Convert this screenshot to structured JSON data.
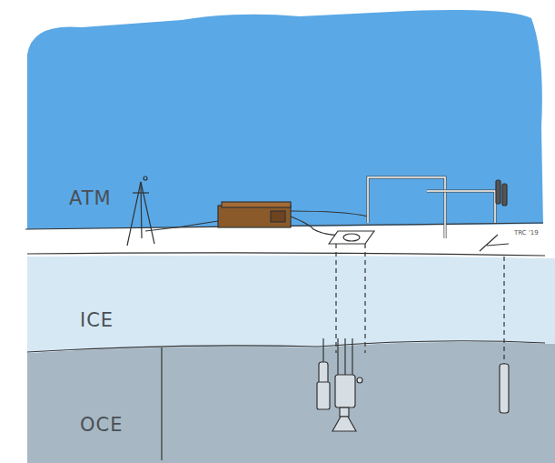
{
  "diagram": {
    "nodes": [
      {
        "text": [
          "ATM"
        ]
      },
      {
        "text": [
          "ICE"
        ]
      },
      {
        "text": [
          "OCE"
        ]
      }
    ],
    "labels": [
      "TRC '19"
    ]
  }
}
